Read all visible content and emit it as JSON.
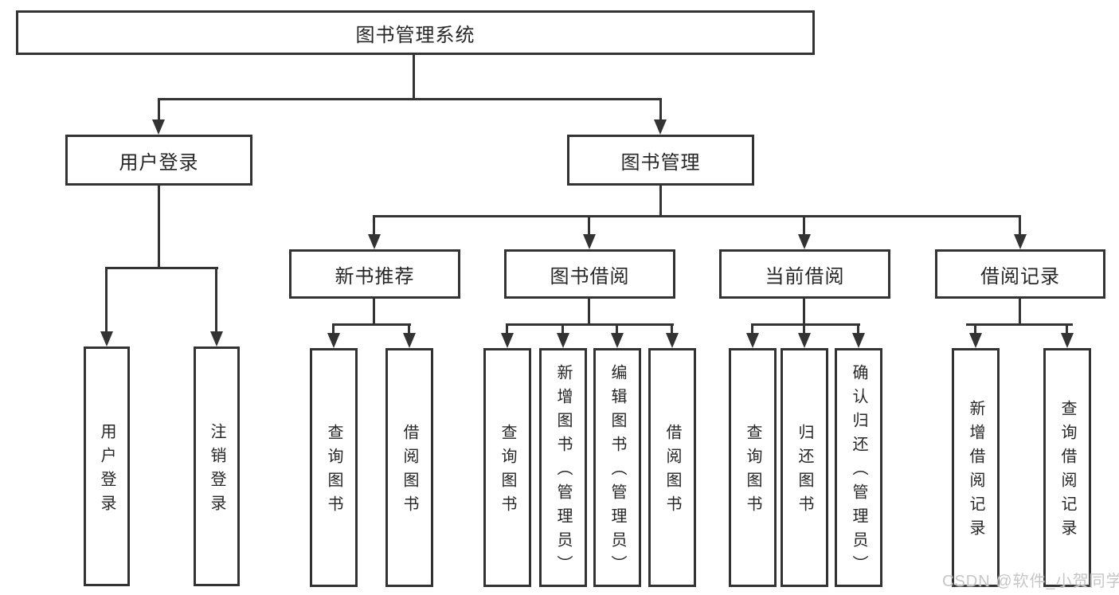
{
  "tree": {
    "label": "图书管理系统",
    "children": [
      {
        "label": "用户登录",
        "children": [
          {
            "label": "用户登录"
          },
          {
            "label": "注销登录"
          }
        ]
      },
      {
        "label": "图书管理",
        "children": [
          {
            "label": "新书推荐",
            "children": [
              {
                "label": "查询图书"
              },
              {
                "label": "借阅图书"
              }
            ]
          },
          {
            "label": "图书借阅",
            "children": [
              {
                "label": "查询图书"
              },
              {
                "label": "新增图书（管理员）"
              },
              {
                "label": "编辑图书（管理员）"
              },
              {
                "label": "借阅图书"
              }
            ]
          },
          {
            "label": "当前借阅",
            "children": [
              {
                "label": "查询图书"
              },
              {
                "label": "归还图书"
              },
              {
                "label": "确认归还（管理员）"
              }
            ]
          },
          {
            "label": "借阅记录",
            "children": [
              {
                "label": "新增借阅记录"
              },
              {
                "label": "查询借阅记录"
              }
            ]
          }
        ]
      }
    ]
  },
  "watermark": "CSDN @软件_小贺同学",
  "colors": {
    "line": "#333333",
    "text": "#262626",
    "watermark": "#c6c6c6",
    "background": "#ffffff"
  }
}
